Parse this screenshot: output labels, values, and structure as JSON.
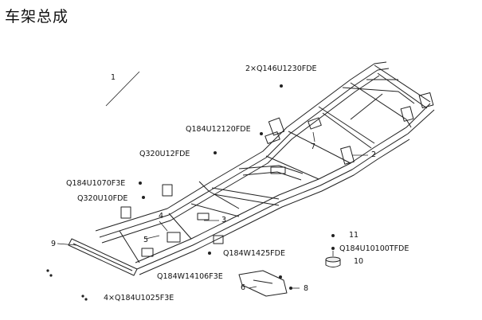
{
  "title": "车架总成",
  "callouts": {
    "c1": "1",
    "c2": "2",
    "c3": "3",
    "c4": "4",
    "c5": "5",
    "c6": "6",
    "c7": "7",
    "c8": "8",
    "c9": "9",
    "c10": "10",
    "c11": "11"
  },
  "part_labels": {
    "p_2xQ146": "2×Q146U1230FDE",
    "p_Q184U12120": "Q184U12120FDE",
    "p_Q320U12": "Q320U12FDE",
    "p_Q184U1070": "Q184U1070F3E",
    "p_Q320U10": "Q320U10FDE",
    "p_Q184W1425": "Q184W1425FDE",
    "p_Q184W14106": "Q184W14106F3E",
    "p_Q184U10100": "Q184U10100TFDE",
    "p_4xQ184U1025": "4×Q184U1025F3E"
  }
}
